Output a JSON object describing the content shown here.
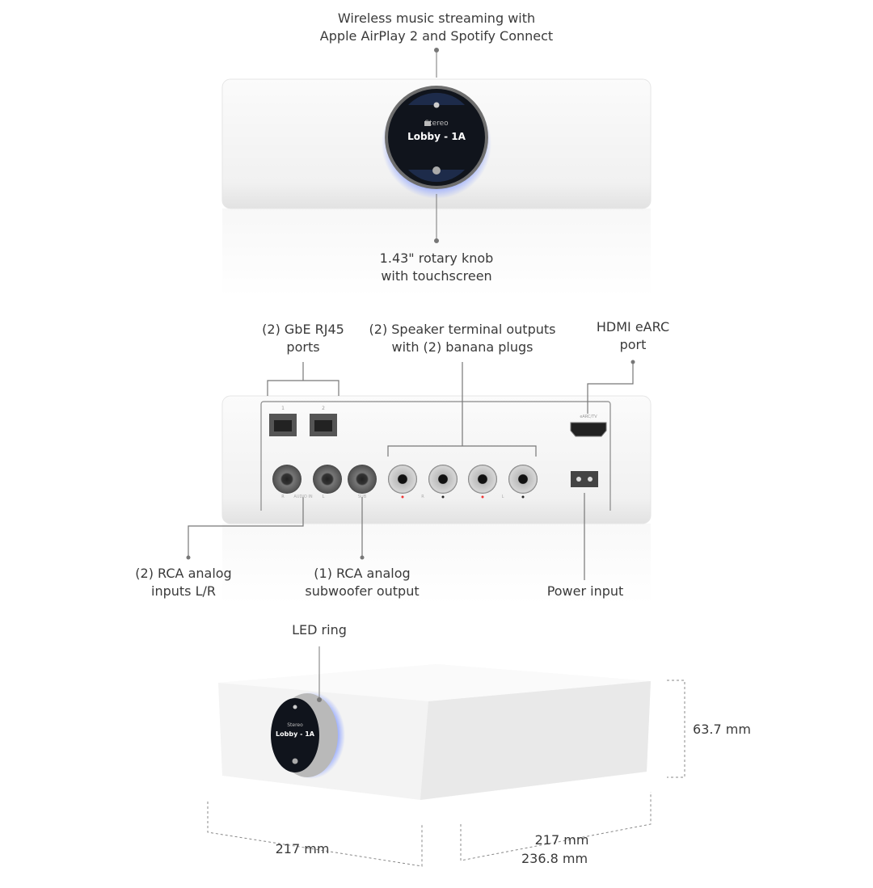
{
  "colors": {
    "led": "#8fa4ff",
    "line": "#777777",
    "text": "#3a3a3a",
    "device": "#f4f4f4"
  },
  "front_view": {
    "top_callout": [
      "Wireless music streaming with",
      "Apple AirPlay 2 and Spotify Connect"
    ],
    "bottom_callout": [
      "1.43\" rotary knob",
      "with touchscreen"
    ],
    "screen": {
      "mode_icon": "speaker-icon",
      "mode": "Stereo",
      "zone": "Lobby - 1A",
      "top_icon": "gear-icon",
      "bottom_icon": "play-pause-icon"
    }
  },
  "rear_view": {
    "callouts": {
      "rj45": [
        "(2) GbE RJ45",
        "ports"
      ],
      "speaker": [
        "(2) Speaker terminal outputs",
        "with (2) banana plugs"
      ],
      "hdmi": [
        "HDMI eARC",
        "port"
      ],
      "rca_in": [
        "(2) RCA analog",
        "inputs L/R"
      ],
      "sub": [
        "(1) RCA analog",
        "subwoofer output"
      ],
      "power": [
        "Power input"
      ]
    },
    "port_labels": {
      "rj45_1": "1",
      "rj45_2": "2",
      "hdmi": "eARC/TV",
      "r": "R",
      "audio_in": "AUDIO IN",
      "l": "L",
      "sub": "SUB",
      "spk_r": "R",
      "spk_l": "L"
    }
  },
  "angled_view": {
    "led_callout": "LED ring",
    "screen": {
      "mode": "Stereo",
      "zone": "Lobby - 1A"
    },
    "dimensions": {
      "height": "63.7 mm",
      "width": "217 mm",
      "depth": "217 mm",
      "diagonal": "236.8 mm"
    }
  }
}
